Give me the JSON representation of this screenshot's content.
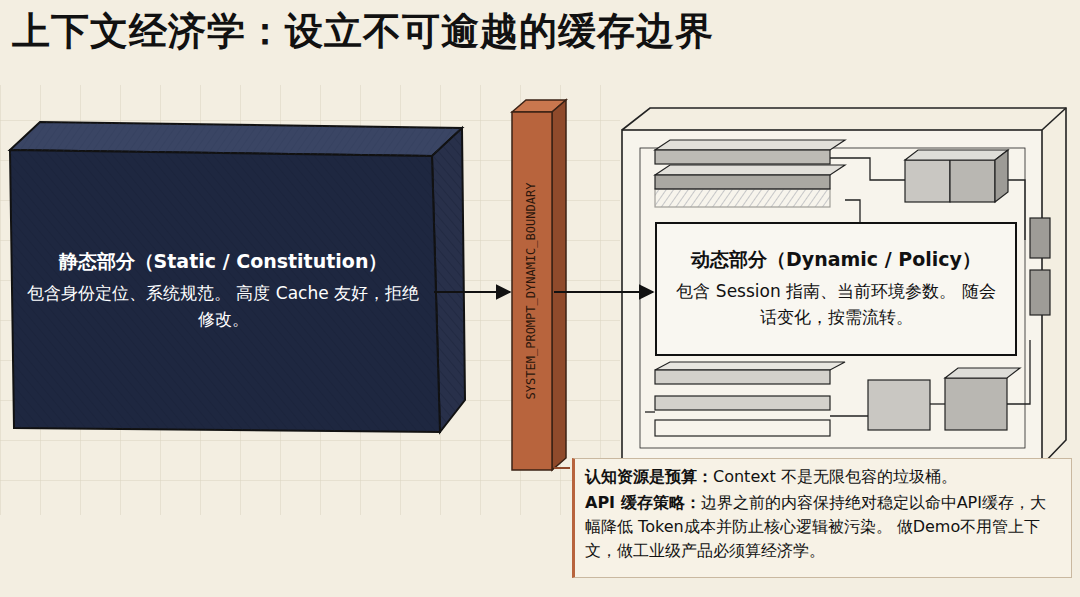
{
  "diagram": {
    "title": "上下文经济学：设立不可逾越的缓存边界",
    "nodes": [
      {
        "text": [
          "静态部分（Static / Constitution）",
          "包含身份定位、系统规范。 高度 Cache 友好，拒绝修改。"
        ]
      },
      {
        "text": [
          "SYSTEM_PROMPT_DYNAMIC_BOUNDARY"
        ]
      },
      {
        "text": [
          "动态部分（Dynamic / Policy）",
          "包含 Session 指南、当前环境参数。 随会话变化，按需流转。"
        ]
      },
      {
        "text": [
          "认知资源是预算：",
          "Context 不是无限包容的垃圾桶。",
          "API 缓存策略：",
          "边界之前的内容保持绝对稳定以命中API缓存，大幅降低 Token成本并防止核心逻辑被污染。 做Demo不用管上下文，做工业级产品必须算经济学。"
        ]
      }
    ],
    "edges": [
      {
        "from": 0,
        "to": 1,
        "arrow": "to"
      },
      {
        "from": 1,
        "to": 2,
        "arrow": "to"
      },
      {
        "from": 1,
        "to": 3,
        "arrow": "none"
      }
    ]
  }
}
